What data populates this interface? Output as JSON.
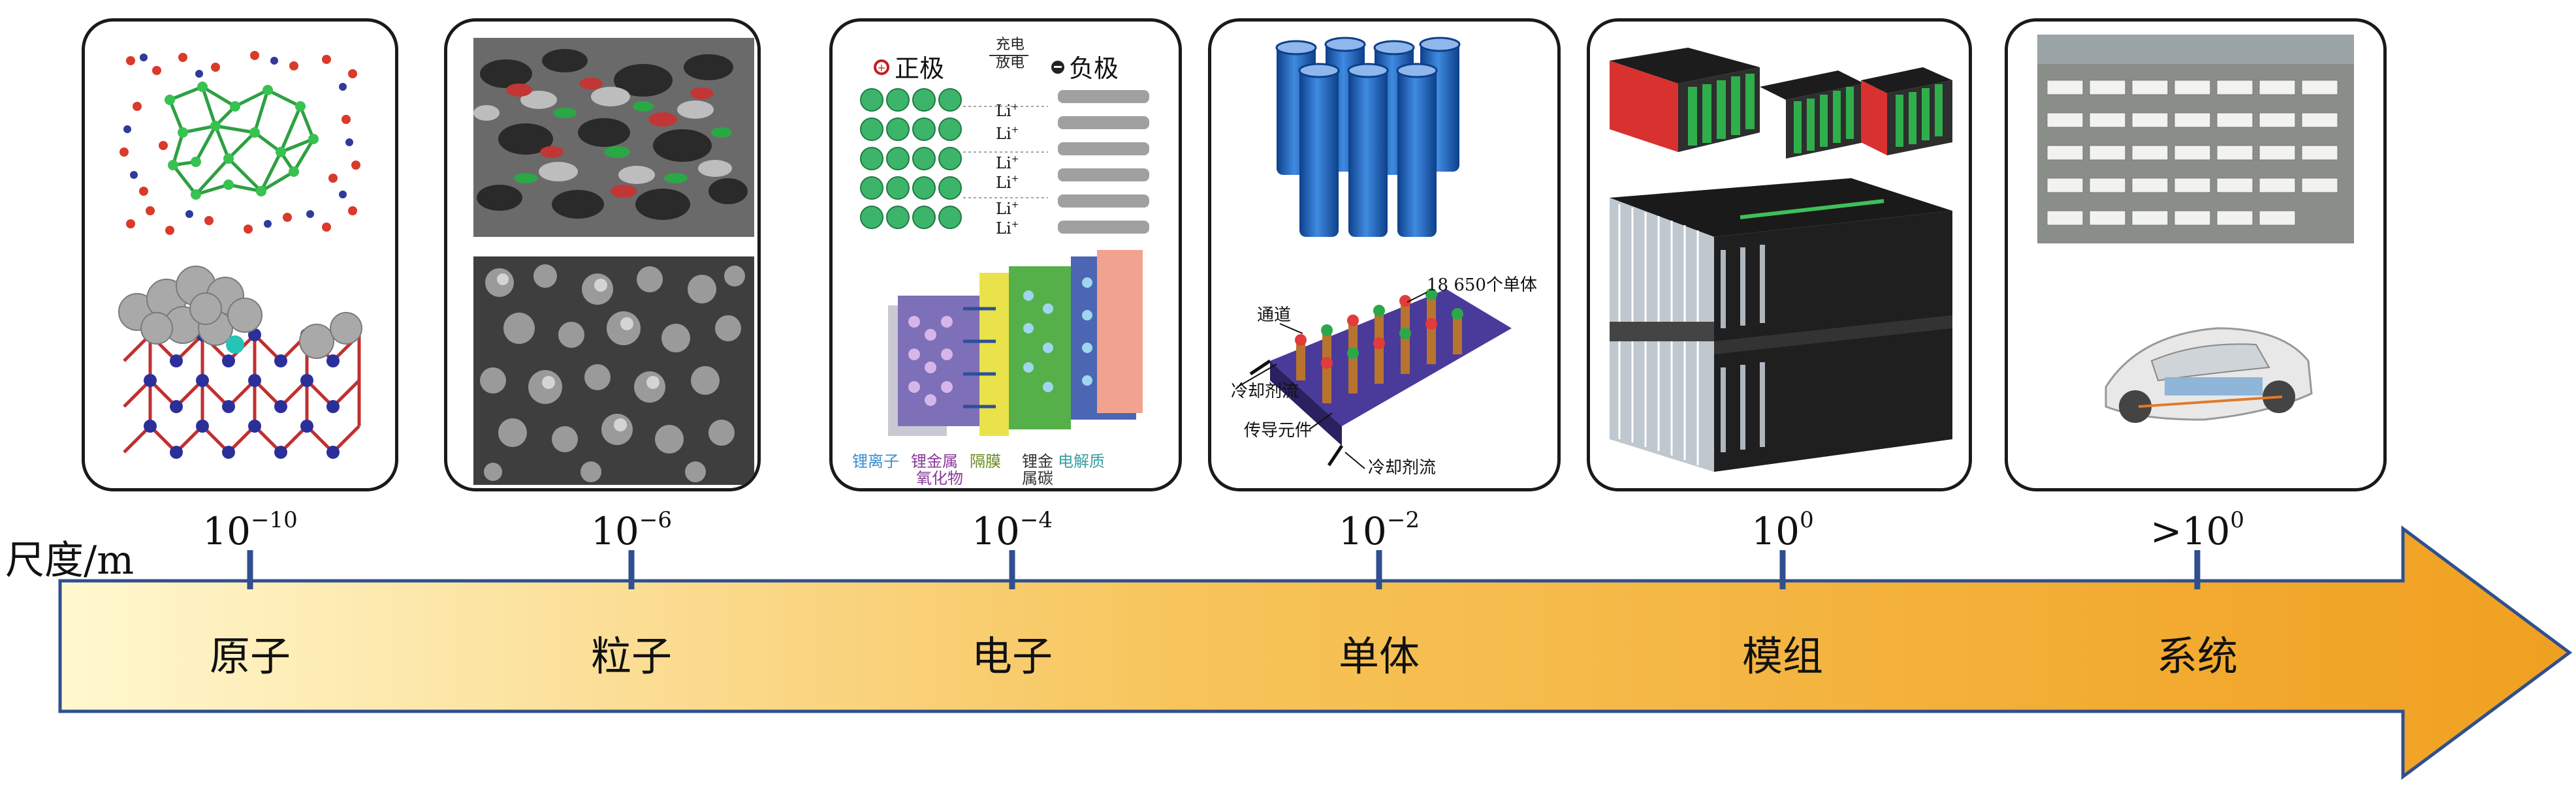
{
  "scale": {
    "axis_label": "尺度/m",
    "ticks": [
      {
        "base": "10",
        "exp": "−10"
      },
      {
        "base": "10",
        "exp": "−6"
      },
      {
        "base": "10",
        "exp": "−4"
      },
      {
        "base": "10",
        "exp": "−2"
      },
      {
        "base": "10",
        "exp": "0"
      },
      {
        "base": ">10",
        "exp": "0"
      }
    ],
    "stages": [
      "原子",
      "粒子",
      "电子",
      "单体",
      "模组",
      "系统"
    ]
  },
  "electrode_panel": {
    "cathode": "正极",
    "anode": "负极",
    "charge": "充电",
    "discharge": "放电",
    "ion": "Li",
    "ion_charge": "+",
    "layer_lithium_ion": "锂离子",
    "layer_metal_oxide_1": "锂金属",
    "layer_metal_oxide_2": "氧化物",
    "layer_separator": "隔膜",
    "layer_graphite_1": "锂金",
    "layer_graphite_2": "属碳",
    "layer_electrolyte": "电解质"
  },
  "cell_panel": {
    "channel": "通道",
    "cells": "18 650个单体",
    "coolant_a": "冷却剂流",
    "conductor": "传导元件",
    "coolant_b": "冷却剂流"
  },
  "colors": {
    "arrow_start": "#fff8d0",
    "arrow_end": "#f0a020",
    "arrow_border": "#2f4f8f",
    "tick": "#2f4f8f"
  }
}
